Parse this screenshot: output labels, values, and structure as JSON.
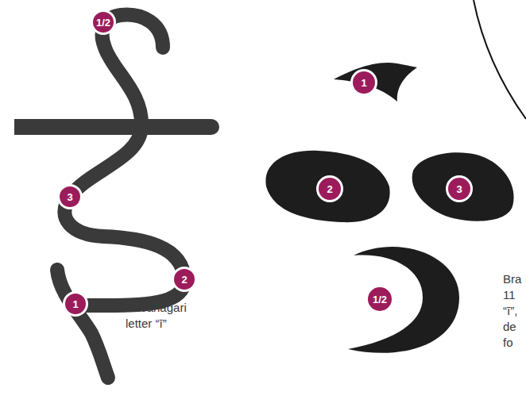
{
  "diagram": {
    "nodes": [
      {
        "text": [
          "1/2"
        ]
      },
      {
        "text": [
          "3"
        ]
      },
      {
        "text": [
          "2"
        ]
      },
      {
        "text": [
          "1"
        ]
      },
      {
        "text": [
          "1"
        ]
      },
      {
        "text": [
          "2"
        ]
      },
      {
        "text": [
          "3"
        ]
      },
      {
        "text": [
          "1/2"
        ]
      }
    ],
    "labels": [
      "Devanagari letter “ī”",
      "Bra 11 “ī”, de fo"
    ]
  }
}
